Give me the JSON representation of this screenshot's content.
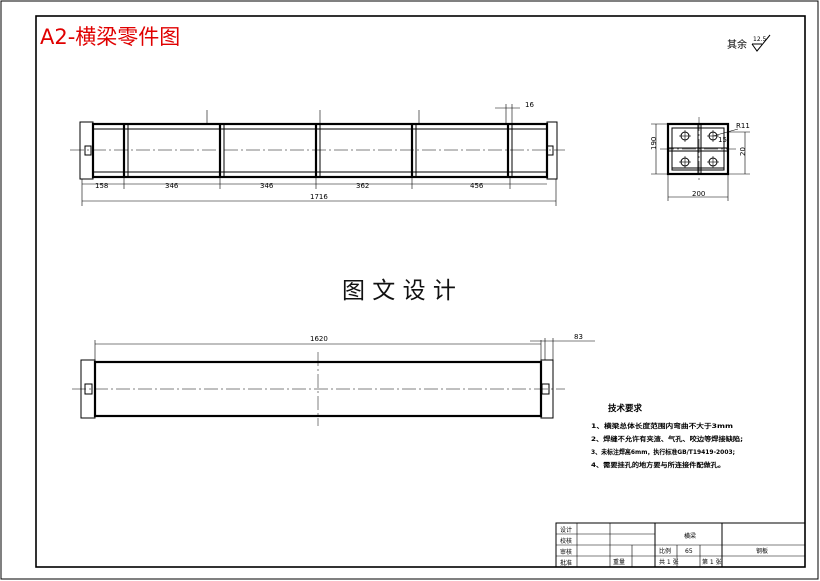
{
  "title": "A2-横梁零件图",
  "watermark": "图 文 设 计",
  "roughness": {
    "label": "其余",
    "value": "12.5"
  },
  "front_view": {
    "top_dim": "16",
    "segments": [
      "158",
      "346",
      "346",
      "362",
      "456"
    ],
    "overall": "1716"
  },
  "side_view": {
    "height": "190",
    "width": "200",
    "radius": "R11",
    "inner_1": "15",
    "inner_2": "20"
  },
  "bottom_view": {
    "length": "1620",
    "end_dim": "83"
  },
  "tech_requirements": {
    "heading": "技术要求",
    "items": [
      "1、横梁总体长度范围内弯曲不大于3mm",
      "2、焊缝不允许有夹渣、气孔、咬边等焊接缺陷;",
      "3、未标注焊高6mm，执行标准GB/T19419-2003;",
      "4、需要挂孔的地方要与所连接件配做孔。"
    ]
  },
  "title_block": {
    "rows": [
      "设计",
      "校核",
      "审核",
      "批准"
    ],
    "part_name": "横梁",
    "scale_label": "比例",
    "scale_value": "65",
    "material": "钢板",
    "total_label": "共 1 张",
    "sheet_label": "第 1 张",
    "weight_label": "重量"
  }
}
